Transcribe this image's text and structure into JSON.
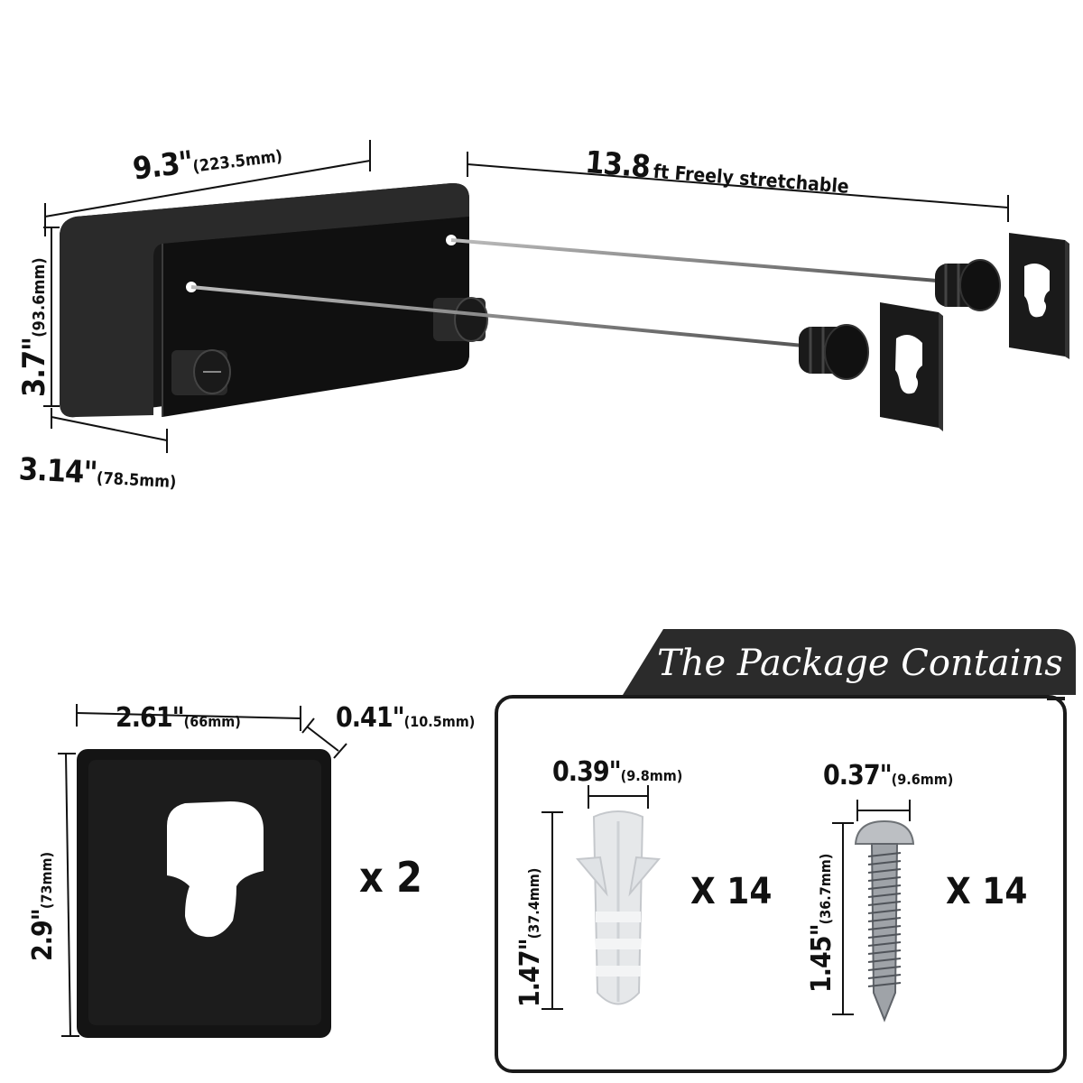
{
  "top": {
    "width": "9.3\"",
    "width_mm": "(223.5mm)",
    "height": "3.7\"",
    "height_mm": "(93.6mm)",
    "depth": "3.14\"",
    "depth_mm": "(78.5mm)",
    "stretch": "13.8",
    "stretch_text": "ft Freely stretchable"
  },
  "plate": {
    "width": "2.61\"",
    "width_mm": "(66mm)",
    "thickness": "0.41\"",
    "thickness_mm": "(10.5mm)",
    "height": "2.9\"",
    "height_mm": "(73mm)",
    "qty": "x 2"
  },
  "package": {
    "title": "The Package Contains",
    "anchor": {
      "width": "0.39\"",
      "width_mm": "(9.8mm)",
      "length": "1.47\"",
      "length_mm": "(37.4mm)",
      "qty": "X 14"
    },
    "screw": {
      "width": "0.37\"",
      "width_mm": "(9.6mm)",
      "length": "1.45\"",
      "length_mm": "(36.7mm)",
      "qty": "X 14"
    }
  },
  "colors": {
    "product": "#141414",
    "dark_tab": "#2b2b2b",
    "line": "#111111"
  }
}
